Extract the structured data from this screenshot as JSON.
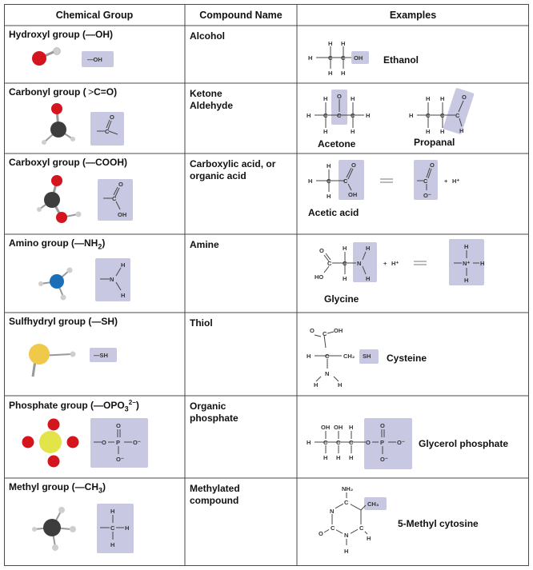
{
  "headers": {
    "group": "Chemical Group",
    "compound": "Compound Name",
    "examples": "Examples"
  },
  "rows": [
    {
      "group": "Hydroxyl group (—OH)",
      "compound": "Alcohol",
      "examples": [
        "Ethanol"
      ]
    },
    {
      "group": "Carbonyl group (",
      "group_end": "C=O)",
      "compound_lines": [
        "Ketone",
        "Aldehyde"
      ],
      "examples": [
        "Acetone",
        "Propanal"
      ]
    },
    {
      "group": "Carboxyl group (—COOH)",
      "compound_lines": [
        "Carboxylic acid, or",
        "organic acid"
      ],
      "examples": [
        "Acetic acid"
      ]
    },
    {
      "group": "Amino group (—NH",
      "group_sub": "2",
      "group_end": ")",
      "compound": "Amine",
      "examples": [
        "Glycine"
      ]
    },
    {
      "group": "Sulfhydryl group (—SH)",
      "compound": "Thiol",
      "examples": [
        "Cysteine"
      ]
    },
    {
      "group": "Phosphate group (—OPO",
      "group_sub": "3",
      "group_sup": "2−",
      "group_end": ")",
      "compound_lines": [
        "Organic",
        "phosphate"
      ],
      "examples": [
        "Glycerol phosphate"
      ]
    },
    {
      "group": "Methyl group (—CH",
      "group_sub": "3",
      "group_end": ")",
      "compound_lines": [
        "Methylated",
        "compound"
      ],
      "examples": [
        "5-Methyl cytosine"
      ]
    }
  ],
  "atoms": {
    "H": "H",
    "C": "C",
    "O": "O",
    "N": "N",
    "OH": "OH",
    "HO": "HO",
    "SH": "SH",
    "P": "P",
    "O_minus": "O⁻",
    "H_plus": "H⁺",
    "plus": "+",
    "CH2": "CH₂",
    "CH3": "CH₃",
    "NH2": "NH₂",
    "N_plus": "N⁺",
    "dash_OH": "—OH",
    "dash_SH": "—SH"
  },
  "colors": {
    "box": "#c9c8e3",
    "oxygen": "#d4151d",
    "carbon": "#3d3d3d",
    "hydrogen": "#cfcfcf",
    "nitrogen": "#1a6fb8",
    "sulfur": "#f0c84a",
    "phosphorus": "#e3e34a",
    "grid": "#4a4a4a"
  }
}
